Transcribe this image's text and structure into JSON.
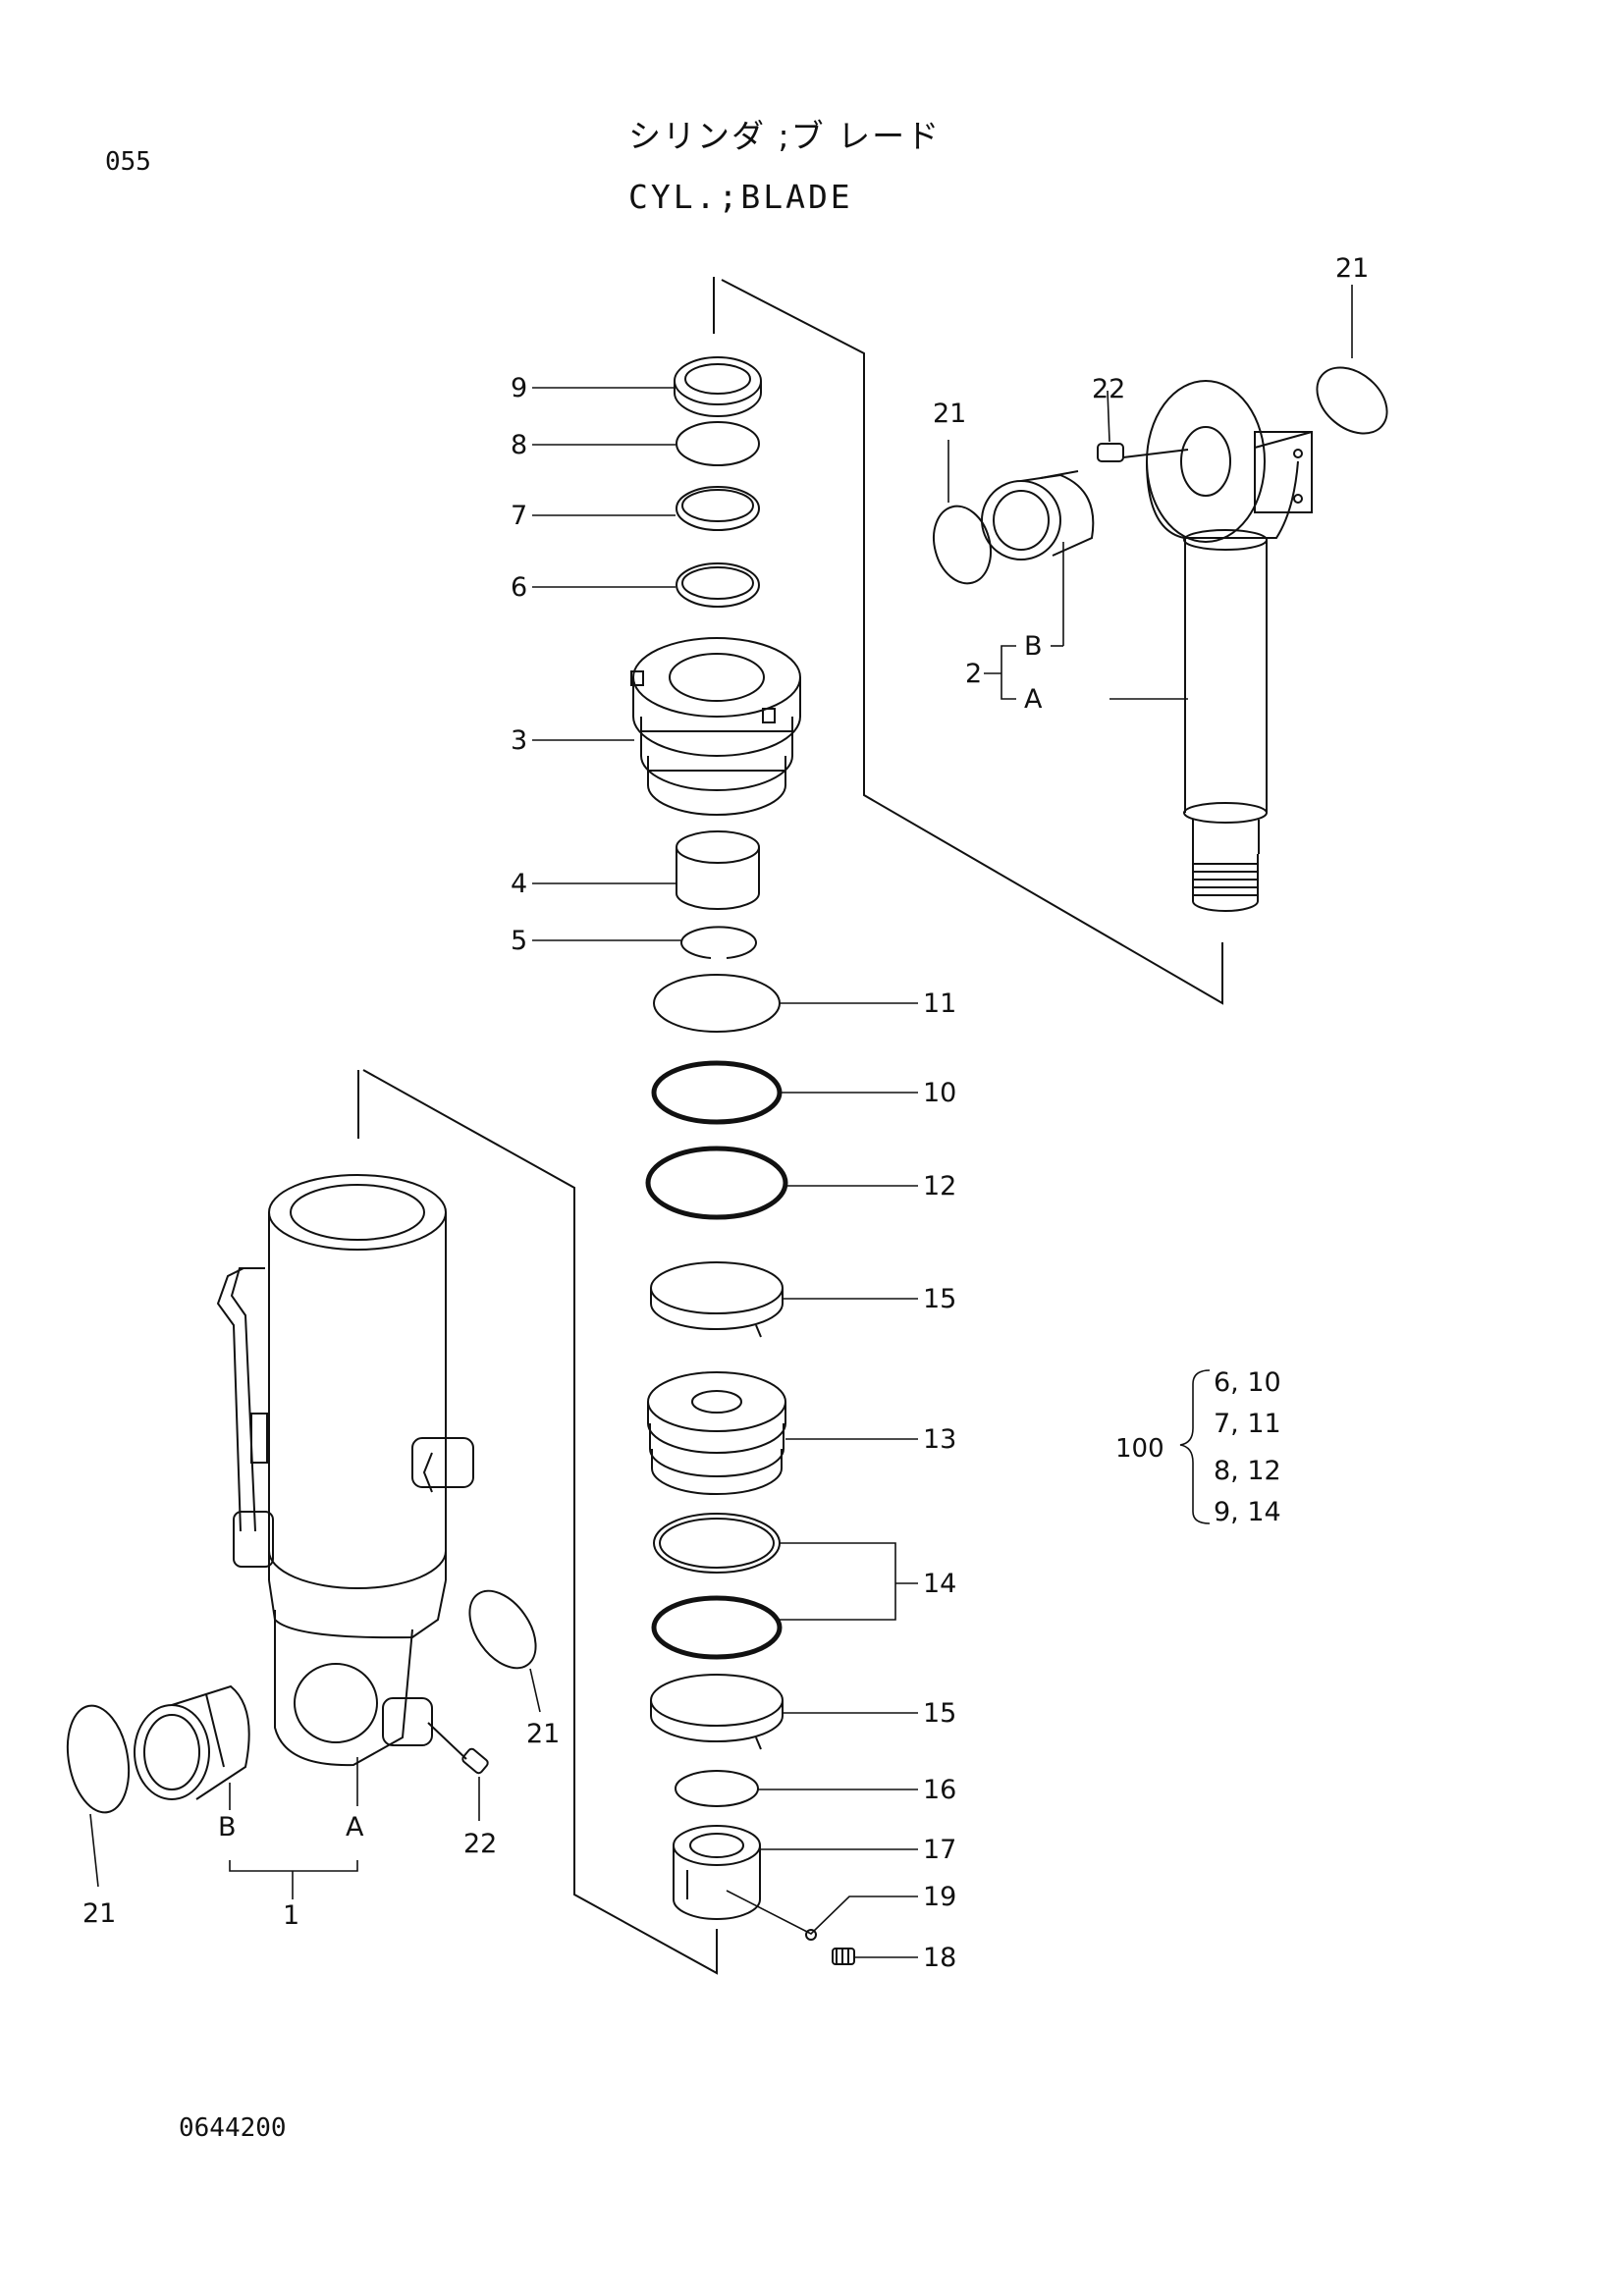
{
  "header": {
    "page_number": "055",
    "title_jp": "シリンダ ;ブ レード",
    "title_en": "CYL.;BLADE"
  },
  "footer": {
    "drawing_code": "0644200"
  },
  "callouts": {
    "c1": "1",
    "c2": "2",
    "c3": "3",
    "c4": "4",
    "c5": "5",
    "c6": "6",
    "c7": "7",
    "c8": "8",
    "c9": "9",
    "c10": "10",
    "c11": "11",
    "c12": "12",
    "c13": "13",
    "c14": "14",
    "c15a": "15",
    "c15b": "15",
    "c16": "16",
    "c17": "17",
    "c18": "18",
    "c19": "19",
    "c21_rod_left": "21",
    "c21_rod_right": "21",
    "c21_tube_right": "21",
    "c21_tube_left": "21",
    "c22_rod": "22",
    "c22_tube": "22",
    "rod_A": "A",
    "rod_B": "B",
    "tube_A": "A",
    "tube_B": "B"
  },
  "kit": {
    "number": "100",
    "items": [
      "6, 10",
      "7, 11",
      "8, 12",
      "9, 14"
    ]
  }
}
